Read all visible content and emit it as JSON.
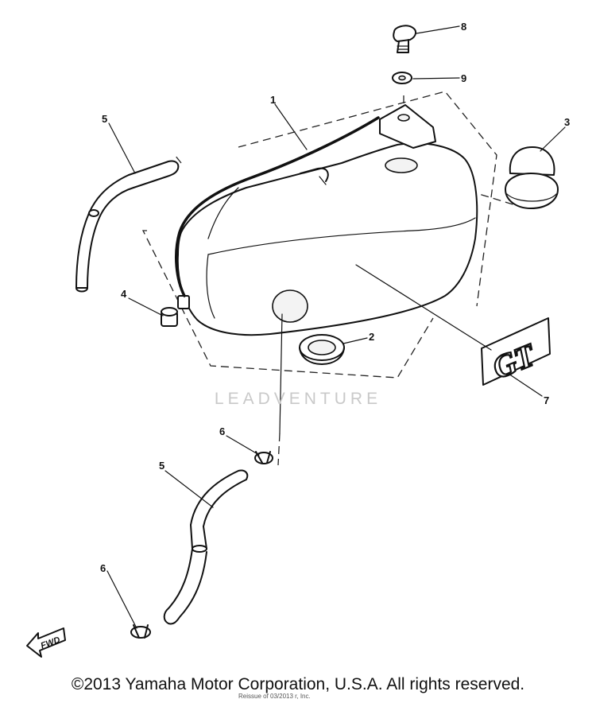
{
  "callouts": {
    "c1": "1",
    "c2": "2",
    "c3": "3",
    "c4": "4",
    "c5a": "5",
    "c5b": "5",
    "c6a": "6",
    "c6b": "6",
    "c7": "7",
    "c8": "8",
    "c9": "9"
  },
  "emblem_text": "GT",
  "fwd_label": "FWD",
  "watermark": "LEADVENTURE",
  "small_note": "Reissue of 03/2013 r, Inc.",
  "copyright": "©2013 Yamaha Motor Corporation, U.S.A. All rights reserved."
}
